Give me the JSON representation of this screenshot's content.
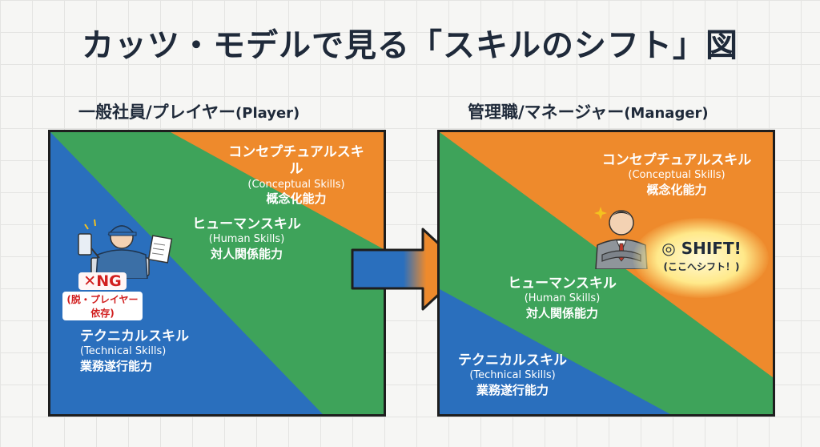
{
  "title": "カッツ・モデルで見る「スキルのシフト」図",
  "left_panel": {
    "heading_jp": "一般社員/プレイヤー",
    "heading_en": "(Player)",
    "conceptual": {
      "jp": "コンセプチュアルスキル",
      "en": "(Conceptual Skills)",
      "jp2": "概念化能力"
    },
    "human": {
      "jp": "ヒューマンスキル",
      "en": "(Human Skills)",
      "jp2": "対人関係能力"
    },
    "technical": {
      "jp": "テクニカルスキル",
      "en": "(Technical Skills)",
      "jp2": "業務遂行能力"
    },
    "ng_label": "✕NG",
    "ng_sub": "(脱・プレイヤー依存)"
  },
  "right_panel": {
    "heading_jp": "管理職/マネージャー",
    "heading_en": "(Manager)",
    "conceptual": {
      "jp": "コンセプチュアルスキル",
      "en": "(Conceptual Skills)",
      "jp2": "概念化能力"
    },
    "human": {
      "jp": "ヒューマンスキル",
      "en": "(Human Skills)",
      "jp2": "対人関係能力"
    },
    "technical": {
      "jp": "テクニカルスキル",
      "en": "(Technical Skills)",
      "jp2": "業務遂行能力"
    },
    "shift_label": "◎ SHIFT!",
    "shift_sub": "(ここへシフト！)"
  },
  "colors": {
    "technical": "#2a6fbd",
    "human": "#3ea35a",
    "conceptual": "#ee8a2c",
    "ng": "#d11f1f",
    "title": "#1f2a3a"
  },
  "icons": [
    "worker-icon",
    "manager-icon",
    "arrow-icon",
    "sparkle-icon"
  ]
}
